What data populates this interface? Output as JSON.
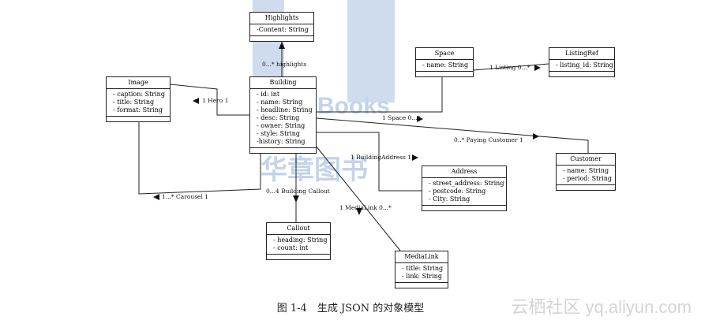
{
  "classes": {
    "highlights": {
      "name": "Highlights",
      "attrs": [
        "-Content: String"
      ]
    },
    "image": {
      "name": "Image",
      "attrs": [
        "- caption: String",
        "- title: String",
        "- format: String"
      ]
    },
    "building": {
      "name": "Building",
      "attrs": [
        "- id: int",
        "- name: String",
        "- headline: String",
        "- desc: String",
        "- owner: String",
        "- style: String",
        "-history: String"
      ]
    },
    "space": {
      "name": "Space",
      "attrs": [
        "- name: String"
      ]
    },
    "listingref": {
      "name": "ListingRef",
      "attrs": [
        "- listing_id: String"
      ]
    },
    "customer": {
      "name": "Customer",
      "attrs": [
        "- name: String",
        "- period: String"
      ]
    },
    "address": {
      "name": "Address",
      "attrs": [
        "- street_address: String",
        "- postcode: String",
        "- City: String"
      ]
    },
    "callout": {
      "name": "Callout",
      "attrs": [
        "- heading: String",
        "- count: int"
      ]
    },
    "medialink": {
      "name": "MediaLink",
      "attrs": [
        "- title: String",
        "- link: String"
      ]
    }
  },
  "associations": {
    "highlights": "0...* highlights",
    "hero": "1 Hero 1",
    "listing": "1 Listing 0...*",
    "space": "1 Space 0...*",
    "paying_customer": "0..* Paying Customer 1",
    "building_address": "1 BuildingAddress 1",
    "carousel": "1...* Carousel 1",
    "building_callout": "0...4 Building Callout",
    "media_link": "1 MediaLink 0...*"
  },
  "caption": "图 1-4　生成 JSON 的对象模型",
  "watermark": {
    "books": "Books",
    "cn": "华章图书",
    "site": "云栖社区 yq.aliyun.com"
  }
}
